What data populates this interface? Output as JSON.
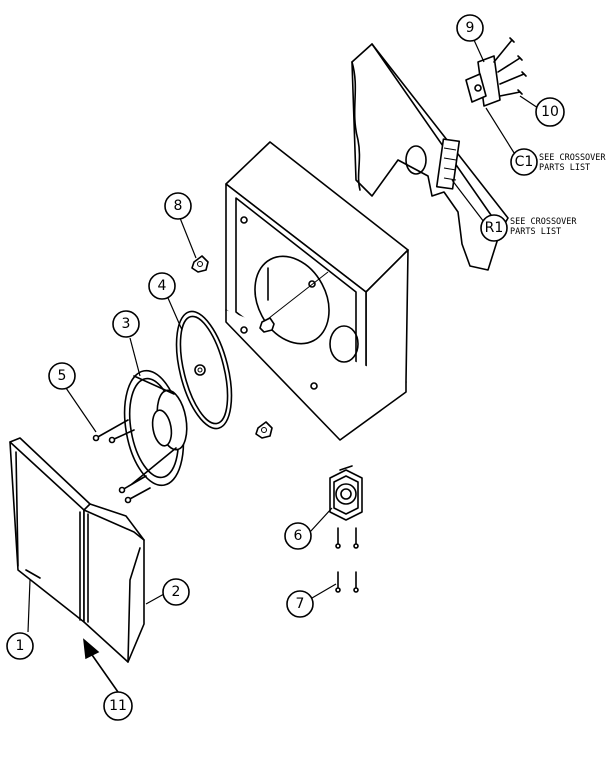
{
  "callouts": {
    "c1": "1",
    "c2": "2",
    "c3": "3",
    "c4": "4",
    "c5": "5",
    "c6": "6",
    "c7": "7",
    "c8": "8",
    "c9": "9",
    "c10": "10",
    "c11": "11",
    "cC1": "C1",
    "cR1": "R1"
  },
  "notes": {
    "c1_line1": "SEE CROSSOVER",
    "c1_line2": "PARTS LIST",
    "r1_line1": "SEE CROSSOVER",
    "r1_line2": "PARTS LIST"
  }
}
